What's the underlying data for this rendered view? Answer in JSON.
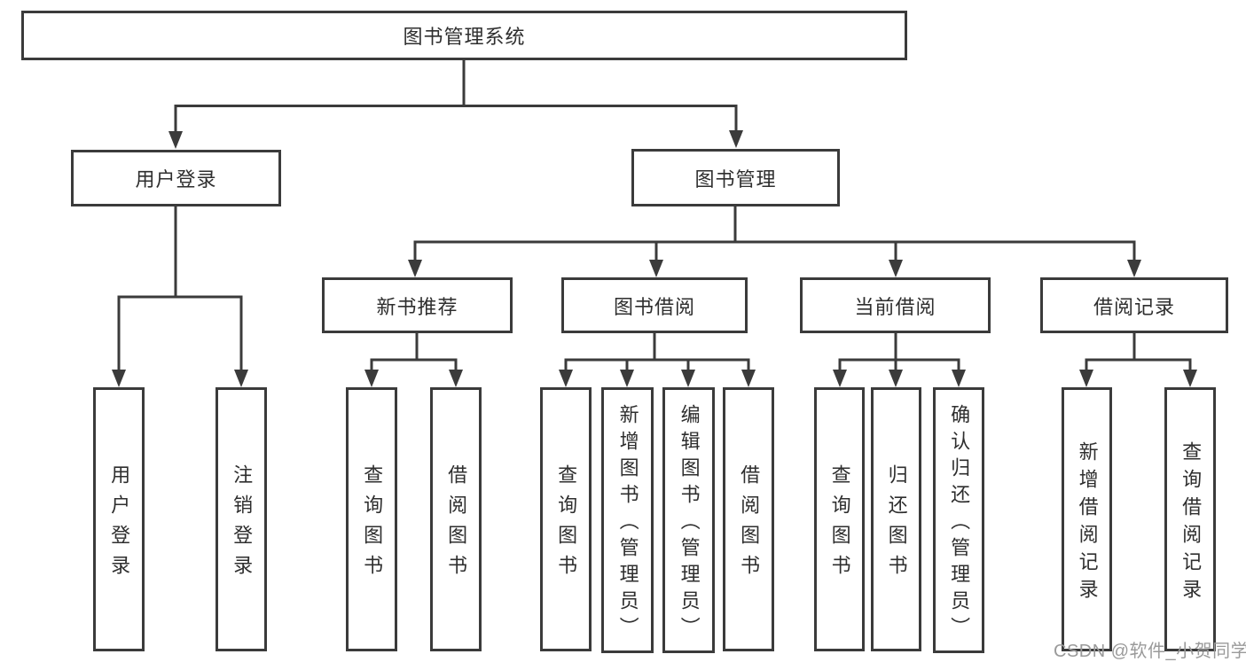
{
  "tree": {
    "label": "图书管理系统",
    "children": [
      {
        "label": "用户登录",
        "children": [
          {
            "label": "用户登录"
          },
          {
            "label": "注销登录"
          }
        ]
      },
      {
        "label": "图书管理",
        "children": [
          {
            "label": "新书推荐",
            "children": [
              {
                "label": "查询图书"
              },
              {
                "label": "借阅图书"
              }
            ]
          },
          {
            "label": "图书借阅",
            "children": [
              {
                "label": "查询图书"
              },
              {
                "label": "新增图书（管理员）"
              },
              {
                "label": "编辑图书（管理员）"
              },
              {
                "label": "借阅图书"
              }
            ]
          },
          {
            "label": "当前借阅",
            "children": [
              {
                "label": "查询图书"
              },
              {
                "label": "归还图书"
              },
              {
                "label": "确认归还（管理员）"
              }
            ]
          },
          {
            "label": "借阅记录",
            "children": [
              {
                "label": "新增借阅记录"
              },
              {
                "label": "查询借阅记录"
              }
            ]
          }
        ]
      }
    ]
  },
  "watermark": {
    "text": "CSDN @软件_小贺同学"
  },
  "colors": {
    "line": "#3b3b3b",
    "text": "#2e2e2e",
    "watermark": "#9a9a9a",
    "background": "#ffffff"
  }
}
